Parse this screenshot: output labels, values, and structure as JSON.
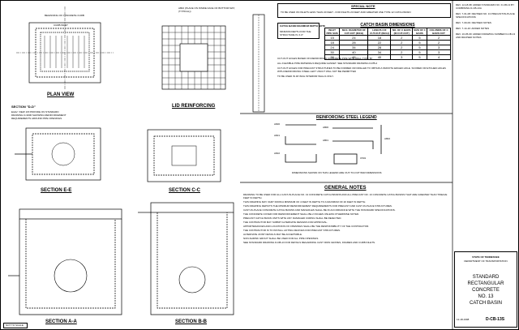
{
  "plan_view": {
    "title": "PLAN VIEW",
    "notes": [
      "BEGINNING OF CONCRETE CURB",
      "CURB INLET"
    ],
    "labels": [
      "ELEV. VIEW 1/8 PROVIDE ON STANDARD DRAWING D-3006 SHOWING REINFORCEMENT REQUIREMENTS AROUND PIPE OPENINGS"
    ],
    "section_label": "SECTION \"D-D\""
  },
  "lid_reinforcing": {
    "title": "LID REINFORCING",
    "note": "A802 (PLACE ON INSIDE FACE OF BOTTOM MAT, (TYPICAL))"
  },
  "section_ee": {
    "title": "SECTION E-E"
  },
  "section_cc": {
    "title": "SECTION C-C"
  },
  "section_aa": {
    "title": "SECTION A-A"
  },
  "section_bb": {
    "title": "SECTION B-B"
  },
  "special_note": {
    "title": "SPECIAL NOTE",
    "text": "TO BE USED ON INLETS LESS THAN 20 FEET - FOR INLETS 20 FEET AND GREATER USE TYPE 12 CATCH BASIN"
  },
  "catch_basin_max_depth": {
    "title": "CATCH BASIN MAXIMUM DEPTH NOTE",
    "text": "MINIMUM DEPTH FOR THE STRUCTURE IS 4'-0\""
  },
  "dimensions_table": {
    "title": "CATCH BASIN DIMENSIONS",
    "headers": [
      "INLET PIPE SIZE",
      "MAX. DIAMETER OF CUT-OUT (INCH)",
      "LENGTH OF CUT-OUT (INCH)",
      "NO. OF C BARS (IN CUT-OUT)",
      "SIZE OF C BARS",
      "COLUMNS OF C BARS OUT"
    ],
    "rows": [
      [
        "15",
        "24",
        "18",
        "2",
        "5",
        "2"
      ],
      [
        "18",
        "28",
        "22",
        "2",
        "5",
        "2"
      ],
      [
        "24",
        "34",
        "28",
        "2",
        "5",
        "3"
      ],
      [
        "30",
        "40",
        "34",
        "2",
        "5",
        "3"
      ],
      [
        "36",
        "46",
        "40",
        "3",
        "5",
        "4"
      ]
    ]
  },
  "numbered_notes": [
    "CUT-OUT HOLES BASED ON REINFORCED CONCRETE PIPE WITH WALL TYPE \"B\"",
    "ALL FLEXIBLE PIPE MATERIALS REQUIRE GASKET. SEE STANDARD DRAWING D-PB-2",
    "CUT-OUT HOLES FOR PRECAST STRUCTURES TO BE FORMED OR DRILLED TO OBTAIN A SMOOTH EDGED HOLE. SCORED OR ETCHED HOLES WITH REINFORCING STEEL LEFT UNCUT WILL NOT BE PERMITTED",
    "TO BE USED IN 48 INCH INTERIOR WALLS ONLY."
  ],
  "reinforcing_legend": {
    "title": "REINFORCING STEEL LEGEND",
    "bars": [
      "A600",
      "A601",
      "A602",
      "A800",
      "A801",
      "A802",
      "C501"
    ],
    "note": "DIMENSIONS SHOWN ON THIS LEGEND ARE OUT-TO-OUT BAR DIMENSIONS"
  },
  "general_notes": {
    "title": "GENERAL NOTES",
    "items": [
      "DRAWING TO BE USED FOR ALL CAST-IN-PLACE NO. 13 CONCRETE CATCH BASINS AND ALL PRECAST NO. 13 CONCRETE CATCH BASINS THAT ARE GREATER THAN TWELVE FEET IN DEPTH.",
      "THIS DRAWING MAY VARY FROM A MINIMUM OF 4 FEET IN DEPTH TO A MAXIMUM OF 20 FEET IN DEPTH.",
      "THIS DRAWING DEPICTS THE MINIMUM REINFORCEMENT REQUIREMENTS FOR PRECAST AND CAST-IN-PLACE STRUCTURES.",
      "CAST-IN-PLACE CONCRETE CATCH BASINS AND MANHOLES SHALL BE IN ACCORDANCE WITH THE STANDARD SPECIFICATIONS.",
      "THE CONCRETE COVER FOR REINFORCEMENT SHALL BE 2 INCHES UNLESS OTHERWISE NOTED.",
      "PRECAST CATCH BASIN UNITS WITH ANY DAMAGED CURING SHALL BE REJECTED.",
      "THE CONTRACTOR MAY SUBMIT ALTERNATE DESIGNS FOR APPROVAL.",
      "APPURTENANCES AND LOCATIONS OF OPENINGS SHALL BE THE RESPONSIBILITY OF THE CONTRACTOR.",
      "THE CONTRACTOR IS TO INSTALL LIFTING DEVICES FOR PRECAST STRUCTURES.",
      "ALTERNATE JOINT DETAILS MAY BE ACCEPTABLE.",
      "NON-SHRINK GROUT SHALL BE USED FOR ALL PIPE OPENINGS.",
      "SEE STANDARD DRAWING D-DB-13 FOR DETAILS REGARDING CAST IRON GRATES, FRAMES AND CURB INLETS."
    ]
  },
  "revisions": [
    "REV. 12-18-98: ADDED STANDARD NO. D-CB-13 BY COMBINING D-CB-13A",
    "REV. 7-01-08: REVISED NO. 13 PRECAST/IN-PLACE SPECIFICATIONS",
    "REV. 7-09-09: REVISED NOTES",
    "REV. 7-14-10: ADDED NOTES",
    "REV. 10-05-09: ADDED DRAWING NUMBER D-CB-13 AND REVISED NOTES"
  ],
  "title_block": {
    "state": "STATE OF TENNESSEE",
    "dept": "DEPARTMENT OF TRANSPORTATION",
    "title_lines": [
      "STANDARD",
      "RECTANGULAR",
      "CONCRETE",
      "NO. 13",
      "CATCH BASIN"
    ],
    "date": "12-18-1998",
    "drawing_no": "D-CB-13S",
    "scale": "NOT TO SCALE"
  }
}
